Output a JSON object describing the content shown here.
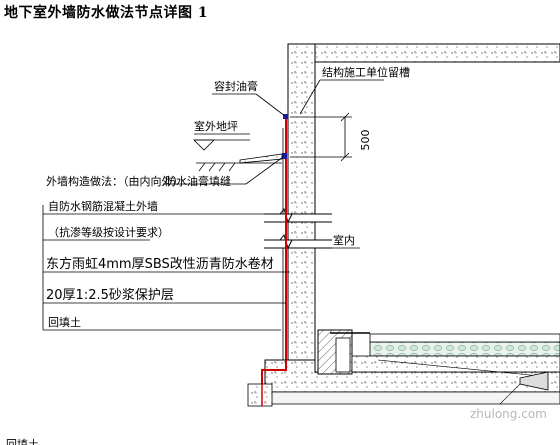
{
  "title": "地下室外墙防水做法节点详图 1",
  "labels": {
    "sealant": "容封油膏",
    "construction_slot": "结构施工单位留槽",
    "outdoor_ground": "室外地坪",
    "dimension_500": "500",
    "wall_layers_heading": "外墙构造做法：（由内向外）",
    "waterproof_filler": "防水油膏填缝",
    "rc_wall_line1": "自防水钢筋混凝土外墙",
    "rc_wall_line2": "（抗渗等级按设计要求）",
    "indoor": "室内",
    "sbs_membrane": "东方雨虹4mm厚SBS改性沥青防水卷材",
    "mortar_layer": "20厚1:2.5砂浆保护层",
    "backfill": "回填土",
    "watermark": "zhulong.com",
    "bottom_cut_text": "回填土"
  }
}
